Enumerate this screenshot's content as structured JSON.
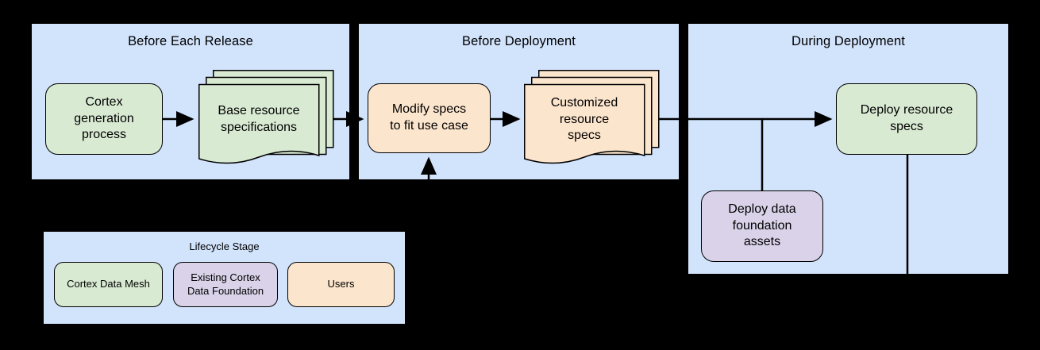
{
  "colors": {
    "background": "#000000",
    "panel_blue": "#d2e3fc",
    "green": "#d9ead3",
    "peach": "#fce5cd",
    "purple": "#d9d2e9",
    "line": "#000000"
  },
  "panels": [
    {
      "title": "Before Each Release"
    },
    {
      "title": "Before Deployment"
    },
    {
      "title": "During Deployment"
    }
  ],
  "nodes": {
    "cortex_generation": "Cortex\ngeneration\nprocess",
    "base_specs": "Base resource\nspecifications",
    "modify_specs": "Modify specs\nto fit use case",
    "customized_specs": "Customized\nresource\nspecs",
    "deploy_specs": "Deploy resource\nspecs",
    "deploy_assets": "Deploy data\nfoundation\nassets"
  },
  "legend": {
    "title": "Lifecycle Stage",
    "items": [
      {
        "label": "Cortex Data Mesh",
        "color": "#d9ead3"
      },
      {
        "label": "Existing Cortex\nData Foundation",
        "color": "#d9d2e9"
      },
      {
        "label": "Users",
        "color": "#fce5cd"
      }
    ]
  }
}
